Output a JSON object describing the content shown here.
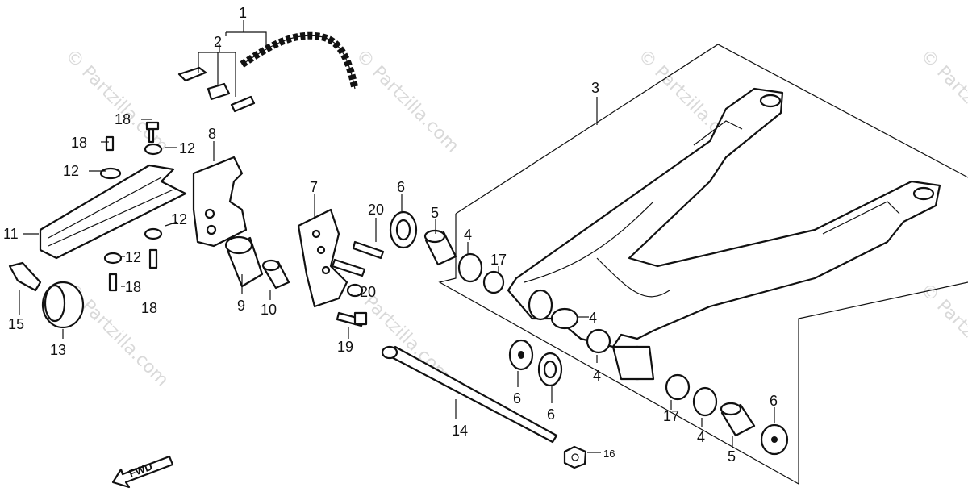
{
  "watermarks": [
    "© Partzilla.com",
    "© Partzilla.com",
    "© Partzilla.com",
    "© Partzilla.com",
    "© Partzilla.com",
    "© Partzilla.com",
    "Partzilla.com"
  ],
  "labels": {
    "p1": "1",
    "p2": "2",
    "p3": "3",
    "p4a": "4",
    "p4b": "4",
    "p4c": "4",
    "p4d": "4",
    "p5a": "5",
    "p5b": "5",
    "p6a": "6",
    "p6b": "6",
    "p6c": "6",
    "p6d": "6",
    "p7": "7",
    "p8": "8",
    "p9": "9",
    "p10": "10",
    "p11": "11",
    "p12a": "12",
    "p12b": "12",
    "p12c": "12",
    "p12d": "12",
    "p13": "13",
    "p14": "14",
    "p15": "15",
    "p16": "16",
    "p17a": "17",
    "p17b": "17",
    "p18a": "18",
    "p18b": "18",
    "p18c": "18",
    "p18d": "18",
    "p19": "19",
    "p20a": "20",
    "p20b": "20"
  },
  "fwd_label": "FWD"
}
